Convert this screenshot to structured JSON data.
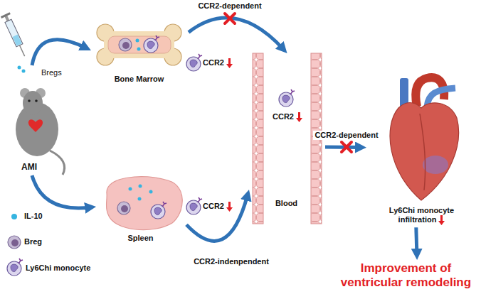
{
  "diagram": {
    "nodes": [
      {
        "text": [
          "Bregs",
          "AMI"
        ]
      },
      {
        "text": [
          "Bone Marrow"
        ]
      },
      {
        "text": [
          "Spleen"
        ]
      },
      {
        "text": [
          "Blood"
        ]
      },
      {
        "text": [
          "Ly6Chi monocyte infiltration"
        ]
      },
      {
        "text": [
          "Improvement of ventricular remodeling"
        ]
      }
    ],
    "edges": [
      {
        "from": 0,
        "to": 1,
        "arrow": "to"
      },
      {
        "from": 0,
        "to": 2,
        "arrow": "to"
      },
      {
        "from": 1,
        "to": 3,
        "label": "CCR2-dependent",
        "arrow": "to"
      },
      {
        "from": 2,
        "to": 3,
        "label": "CCR2-indenpendent",
        "arrow": "to"
      },
      {
        "from": 3,
        "to": 4,
        "label": "CCR2-dependent",
        "arrow": "to"
      },
      {
        "from": 4,
        "to": 5,
        "arrow": "to"
      }
    ],
    "labels": [
      "CCR2",
      "CCR2",
      "CCR2"
    ],
    "legend": [
      {
        "text": "IL-10"
      },
      {
        "text": "Breg"
      },
      {
        "text": "Ly6Chi monocyte"
      }
    ]
  }
}
